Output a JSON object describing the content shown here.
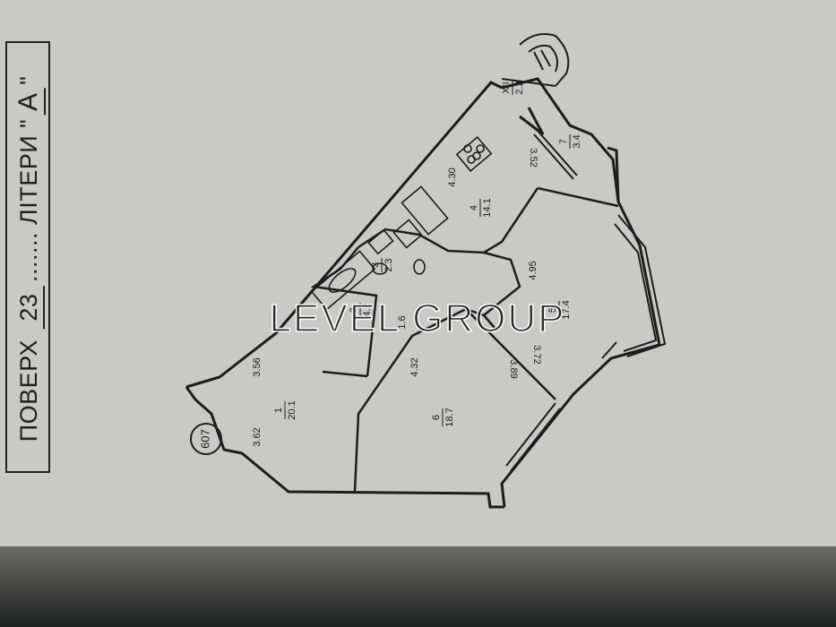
{
  "floor_label": {
    "prefix": "ПОВЕРХ",
    "floor_number": "23",
    "dots_a": ".......",
    "middle": "ЛІТЕРИ \"",
    "letter": "А",
    "suffix": "\""
  },
  "apartment_number": "607",
  "watermark": "LEVEL GROUP",
  "rooms": [
    {
      "number": "1",
      "area": "20.1",
      "dims": [
        "3.56",
        "3.62"
      ]
    },
    {
      "number": "2",
      "area": "4.2",
      "dims": []
    },
    {
      "number": "3",
      "area": "2.3",
      "dims": []
    },
    {
      "number": "4",
      "area": "14.1",
      "dims": [
        "4.30",
        "3.52"
      ]
    },
    {
      "number": "5",
      "area": "17.4",
      "dims": [
        "4.95",
        "3.72"
      ]
    },
    {
      "number": "6",
      "area": "18.7",
      "dims": [
        "4.32",
        "3.89"
      ]
    },
    {
      "number": "7",
      "area": "3.4",
      "dims": []
    },
    {
      "number": "XII",
      "area": "2.2",
      "dims": []
    }
  ],
  "hall_dim": "1.6"
}
